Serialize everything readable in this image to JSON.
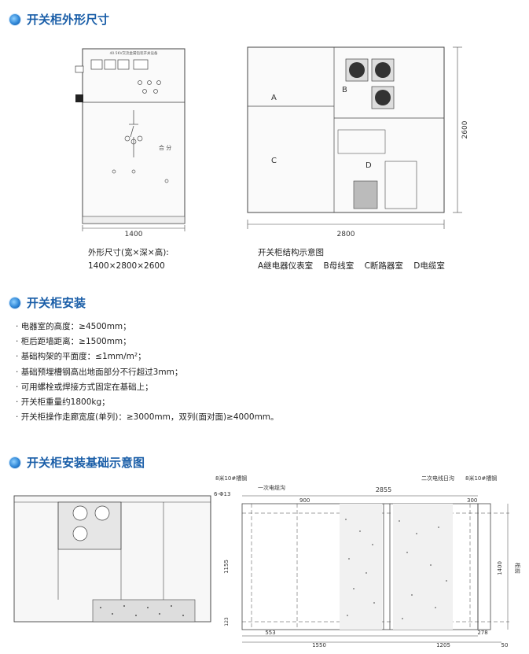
{
  "sections": {
    "dimensions_title": "开关柜外形尺寸",
    "install_title": "开关柜安装",
    "foundation_title": "开关柜安装基础示意图"
  },
  "front_view": {
    "panel_text": "40.5KV交流金属铠装开关设备",
    "width_label": "1400",
    "switch_label": "合 分"
  },
  "section_view": {
    "width_label": "2800",
    "height_label": "2600",
    "rooms": {
      "a": "A",
      "b": "B",
      "c": "C",
      "d": "D"
    }
  },
  "captions": {
    "outline_line1": "外形尺寸(宽×深×高):",
    "outline_line2": "1400×2800×2600",
    "structure_title": "开关柜结构示意图",
    "structure_rooms": "A继电器仪表室    B母线室    C断路器室    D电缆室"
  },
  "install_items": [
    "电器室的高度：≥4500mm；",
    "柜后距墙距离：≥1500mm；",
    "基础构架的平面度：≤1mm/m²；",
    "基础预埋槽钢高出地面部分不行超过3mm；",
    "可用螺栓或焊接方式固定在基础上；",
    "开关柜重量约1800kg；",
    "开关柜操作走廊宽度(单列)：≥3000mm，双列(面对面)≥4000mm。"
  ],
  "foundation": {
    "channel_left": "8米10#槽钢",
    "channel_right": "8米10#槽钢",
    "holes": "6-Φ13",
    "cable_trench_1": "一次电缆沟",
    "cable_trench_2": "二次电线日沟",
    "dim_2855": "2855",
    "dim_900": "900",
    "dim_300": "300",
    "dim_1155": "1155",
    "dim_123": "123",
    "dim_1400": "1400",
    "front_label": "柜前",
    "dim_553": "553",
    "dim_1550": "1550",
    "dim_1205": "1205",
    "dim_278": "278",
    "dim_50": "50"
  }
}
